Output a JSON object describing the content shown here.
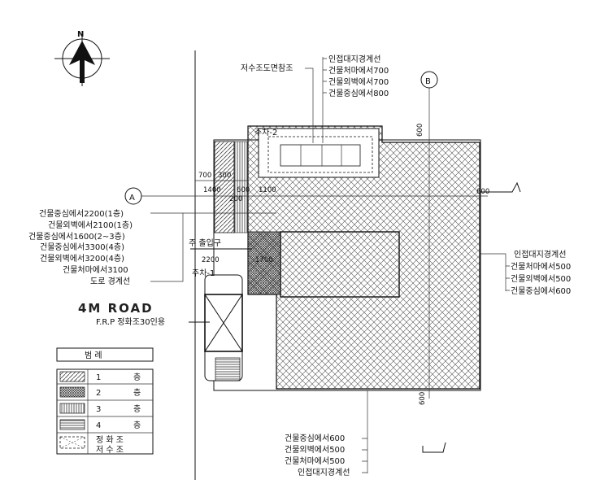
{
  "north": {
    "label": "N"
  },
  "grid_markers": {
    "a": "A",
    "b": "B"
  },
  "road": "4M ROAD",
  "parking": {
    "p1": "주차-1",
    "p2": "주차-2"
  },
  "entrance": "주 출입구",
  "fence": "F.R.P 정화조30인용",
  "water_tank": "저수조도면참조",
  "top_notes": [
    "인접대지경계선",
    "건물처마에서700",
    "건물외벽에서700",
    "건물중심에서800"
  ],
  "left_notes": [
    "건물중심에서2200(1층)",
    "건물외벽에서2100(1층)",
    "건물중심에서1600(2~3층)",
    "건물중심에서3300(4층)",
    "건물외벽에서3200(4층)",
    "건물처마에서3100",
    "도로 경계선"
  ],
  "right_notes": [
    "인접대지경계선",
    "건물처마에서500",
    "건물외벽에서500",
    "건물중심에서600"
  ],
  "bottom_notes": [
    "건물중심에서600",
    "건물외벽에서500",
    "건물처마에서500",
    "인접대지경계선"
  ],
  "dims": {
    "d700": "700",
    "d300": "300",
    "d1400": "1400",
    "d600a": "600",
    "d1100": "1100",
    "d200": "200",
    "d2200": "2200",
    "d1700": "1700",
    "d600_top": "600",
    "d600_right": "600",
    "d600_bottom": "600"
  },
  "legend": {
    "title": "범 례",
    "rows": [
      {
        "num": "1",
        "unit": "층",
        "pattern": "diag"
      },
      {
        "num": "2",
        "unit": "층",
        "pattern": "dense"
      },
      {
        "num": "3",
        "unit": "층",
        "pattern": "vert"
      },
      {
        "num": "4",
        "unit": "층",
        "pattern": "horiz"
      },
      {
        "num": "정 화 조",
        "unit": "저 수 조",
        "pattern": "dash"
      }
    ]
  }
}
